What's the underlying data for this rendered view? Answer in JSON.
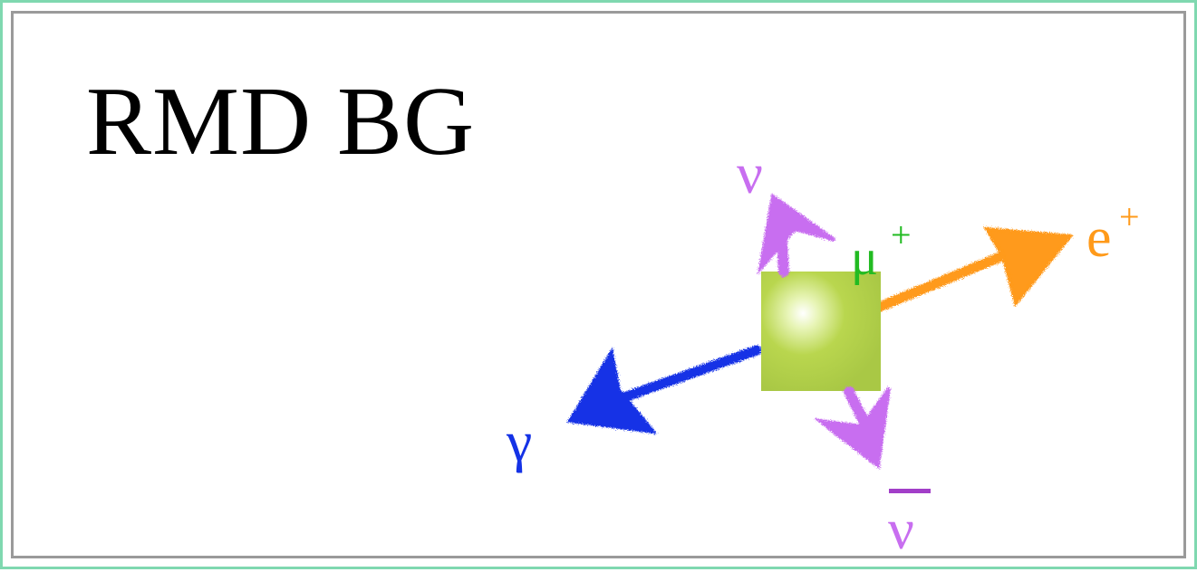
{
  "title": "RMD BG",
  "particles": {
    "muon": {
      "symbol": "μ",
      "charge": "+",
      "color": "#22bb22",
      "box_color": "#b5d44e"
    },
    "positron": {
      "symbol": "e",
      "charge": "+",
      "color": "#ff9a1a"
    },
    "photon": {
      "symbol": "γ",
      "color": "#1432e6"
    },
    "neutrino": {
      "symbol": "ν",
      "color": "#c86ef0"
    },
    "antineutrino": {
      "symbol": "ν",
      "bar": "—",
      "color": "#c86ef0",
      "bar_color": "#a23ec8"
    }
  },
  "frame": {
    "border_color": "#7fd8b0",
    "inner_color": "#9a9a9a"
  }
}
